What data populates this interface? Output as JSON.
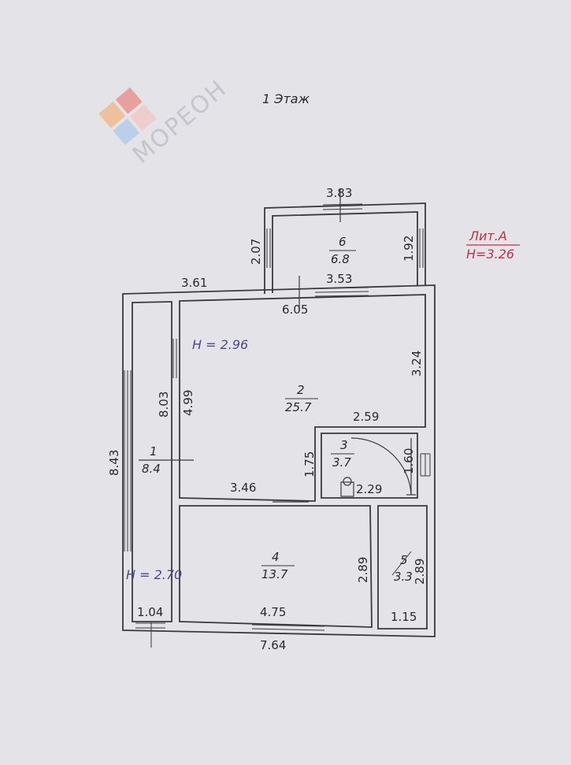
{
  "watermark": "МОРЕОН",
  "floor_label": "1 Этаж",
  "litera": {
    "title": "Лит.А",
    "height": "H=3.26"
  },
  "heights": {
    "main": "H = 2.96",
    "corridor": "H = 2.70"
  },
  "rooms": [
    {
      "number": "1",
      "area": "8.4"
    },
    {
      "number": "2",
      "area": "25.7"
    },
    {
      "number": "3",
      "area": "3.7"
    },
    {
      "number": "4",
      "area": "13.7"
    },
    {
      "number": "5",
      "area": "3.3"
    },
    {
      "number": "6",
      "area": "6.8"
    }
  ],
  "dimensions": {
    "veranda_width": "3.83",
    "veranda_left": "2.07",
    "veranda_right": "1.92",
    "veranda_inner": "3.53",
    "top_left": "3.61",
    "top_total": "6.05",
    "left_outer": "8.43",
    "corridor_length": "8.03",
    "room2_left": "4.99",
    "room2_right": "3.24",
    "bath_top": "2.59",
    "bath_left": "1.75",
    "bath_right": "1.60",
    "bath_bottom": "2.29",
    "room2_bottom": "3.46",
    "room4_right": "2.89",
    "room5_side": "2.89",
    "room4_bottom": "4.75",
    "room5_bottom": "1.15",
    "corridor_bottom": "1.04",
    "bottom_total": "7.64"
  },
  "colors": {
    "paper": "#e4e3e7",
    "line": "#3a3a3e",
    "height_text": "#4a4a8c",
    "litera_text": "#c0304a",
    "logo_orange": "#f0b27a",
    "logo_red": "#e8837a",
    "logo_blue": "#a8c8e8",
    "logo_pink": "#f2c4c0"
  }
}
